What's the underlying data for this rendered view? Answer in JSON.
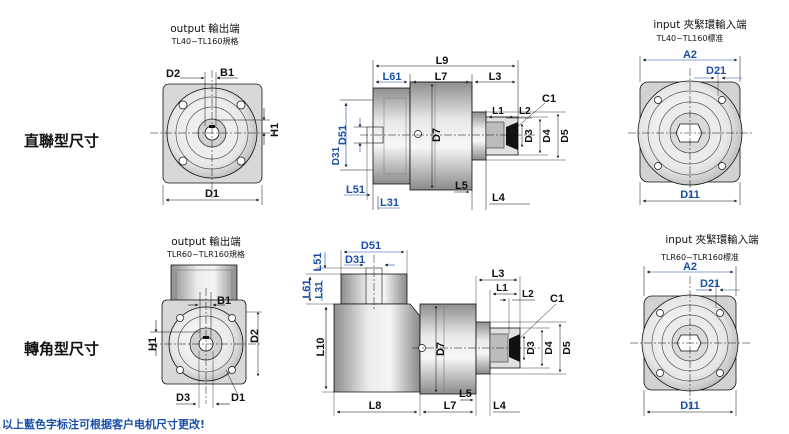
{
  "row_labels": {
    "inline": "直聯型尺寸",
    "right_angle": "轉角型尺寸"
  },
  "note": "以上藍色字标注可根据客户电机尺寸更改!",
  "top_left": {
    "title": "output 輸出端",
    "subtitle": "TL40~TL160規格",
    "labels": {
      "d2": "D2",
      "b1": "B1",
      "h1": "H1",
      "d1": "D1"
    }
  },
  "top_middle": {
    "labels": {
      "l9": "L9",
      "l61": "L61",
      "l7": "L7",
      "l3": "L3",
      "l1": "L1",
      "l2": "L2",
      "c1": "C1",
      "d51": "D51",
      "d31": "D31",
      "d7": "D7",
      "d3": "D3",
      "d4": "D4",
      "d5": "D5",
      "l51": "L51",
      "l31": "L31",
      "l5": "L5",
      "l4": "L4"
    }
  },
  "top_right": {
    "title": "input 夾緊環輸入端",
    "subtitle": "TL40~TL160標准",
    "labels": {
      "a2": "A2",
      "d21": "D21",
      "d11": "D11"
    }
  },
  "bottom_left": {
    "title": "output 輸出端",
    "subtitle": "TLR60~TLR160規格",
    "labels": {
      "b1": "B1",
      "h1": "H1",
      "d2": "D2",
      "d3": "D3",
      "d1": "D1"
    }
  },
  "bottom_middle": {
    "labels": {
      "l51": "L51",
      "d51": "D51",
      "d31": "D31",
      "l61": "L61",
      "l31": "L31",
      "l10": "L10",
      "l8": "L8",
      "d7": "D7",
      "l7": "L7",
      "l5": "L5",
      "l4": "L4",
      "l3": "L3",
      "l1": "L1",
      "l2": "L2",
      "c1": "C1",
      "d3": "D3",
      "d4": "D4",
      "d5": "D5"
    }
  },
  "bottom_right": {
    "title": "input 夾緊環輸入端",
    "subtitle": "TLR60~TLR160標准",
    "labels": {
      "a2": "A2",
      "d21": "D21",
      "d11": "D11"
    }
  },
  "colors": {
    "blue": "#1a4fa8",
    "black": "#111111",
    "shade": "#c8c8c8",
    "shade_dark": "#9a9a9a"
  }
}
